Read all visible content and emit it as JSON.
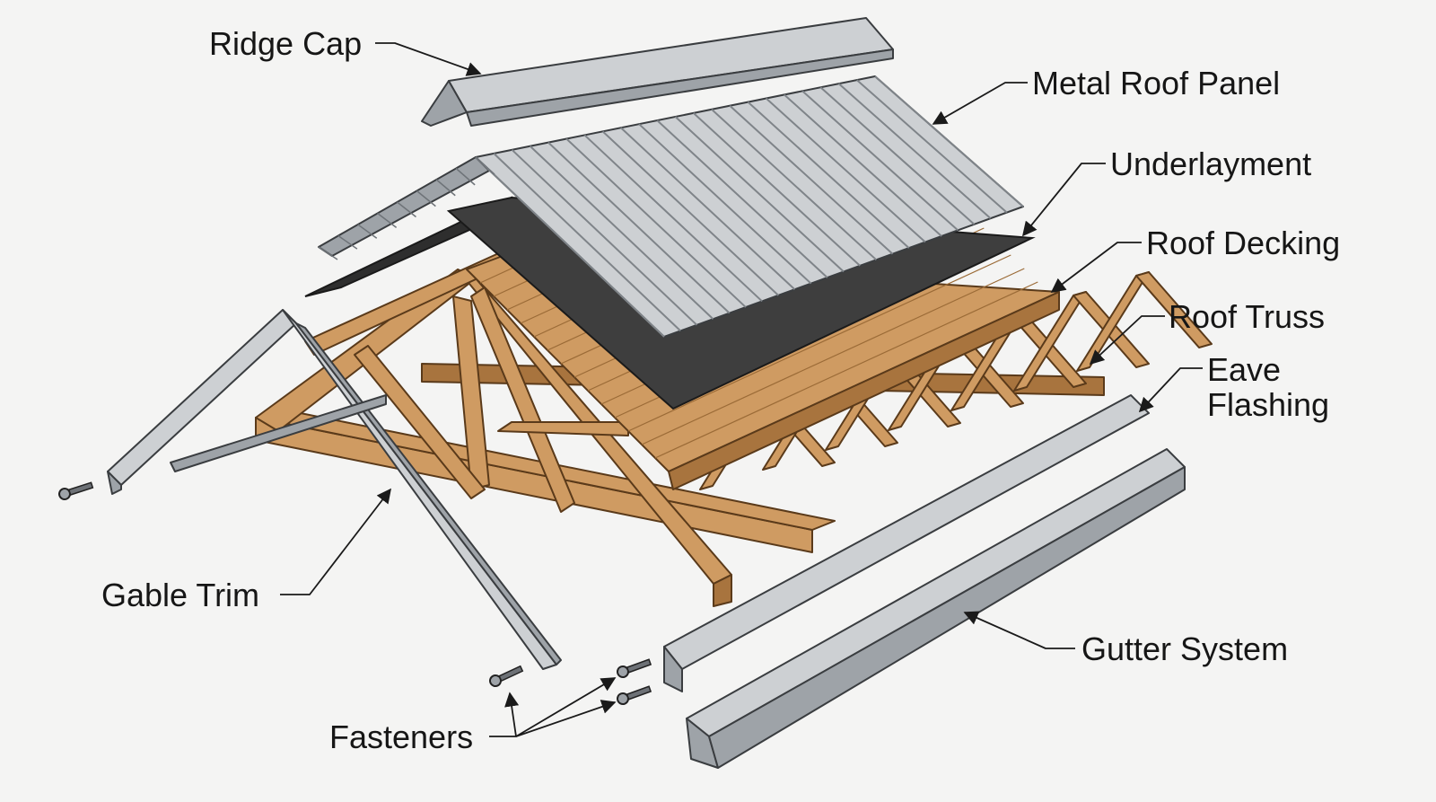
{
  "labels": {
    "ridge_cap": "Ridge Cap",
    "metal_roof_panel": "Metal Roof Panel",
    "underlayment": "Underlayment",
    "roof_decking": "Roof Decking",
    "roof_truss": "Roof Truss",
    "eave_flashing_1": "Eave",
    "eave_flashing_2": "Flashing",
    "gable_trim": "Gable Trim",
    "gutter_system": "Gutter System",
    "fasteners": "Fasteners"
  },
  "colors": {
    "background": "#f4f4f3",
    "wood": "#cf9b62",
    "underlayment": "#3e3e3e",
    "metal": "#cdd0d3"
  }
}
